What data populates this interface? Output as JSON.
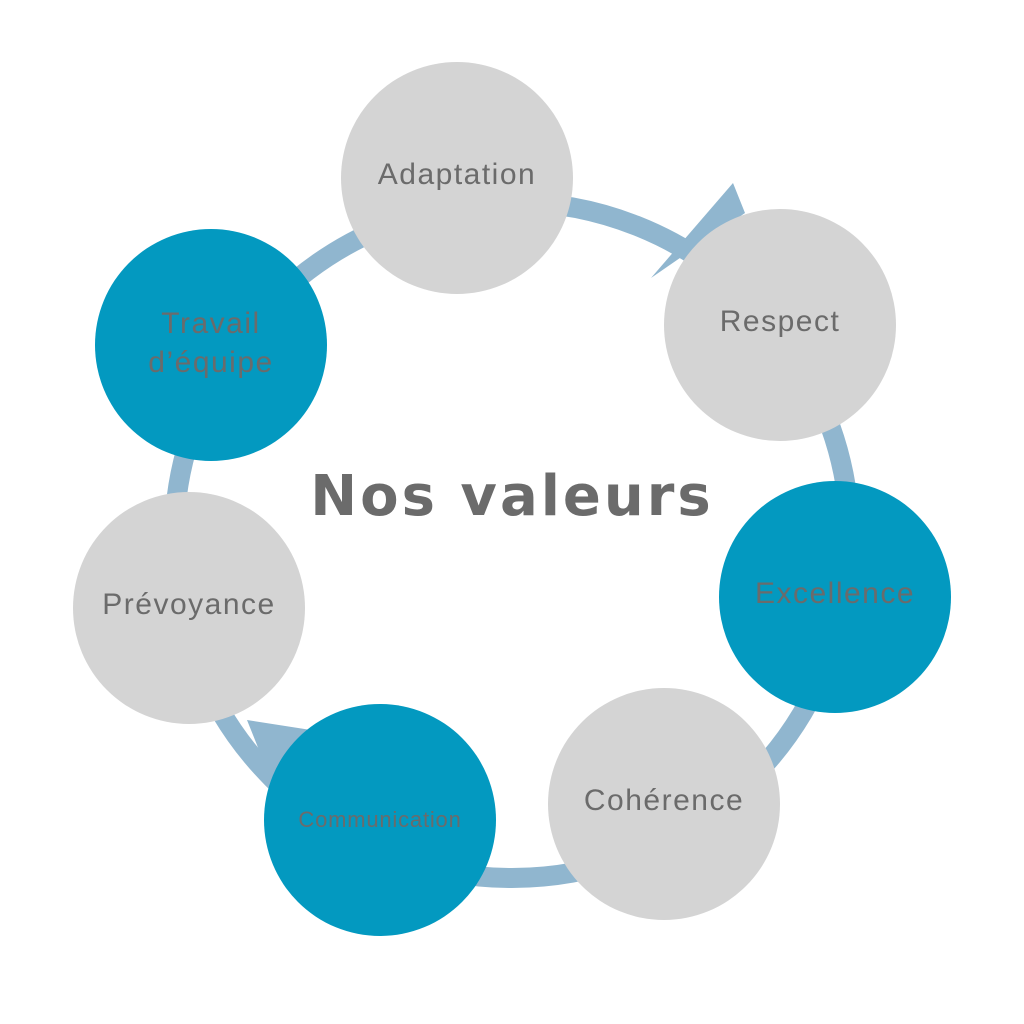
{
  "diagram": {
    "title": "Nos valeurs",
    "nodes": [
      {
        "id": "adaptation",
        "label_lines": [
          "Adaptation"
        ],
        "fill": "#d4d4d4"
      },
      {
        "id": "respect",
        "label_lines": [
          "Respect"
        ],
        "fill": "#d4d4d4"
      },
      {
        "id": "excellence",
        "label_lines": [
          "Excellence"
        ],
        "fill": "#0399c0"
      },
      {
        "id": "coherence",
        "label_lines": [
          "Cohérence"
        ],
        "fill": "#d4d4d4"
      },
      {
        "id": "communication",
        "label_lines": [
          "Communication"
        ],
        "fill": "#0399c0"
      },
      {
        "id": "prevoyance",
        "label_lines": [
          "Prévoyance"
        ],
        "fill": "#d4d4d4"
      },
      {
        "id": "travail-equipe",
        "label_lines": [
          "Travail",
          "d’équipe"
        ],
        "fill": "#0399c0"
      }
    ],
    "colors": {
      "ring": "#90b6cf",
      "gray_node": "#d4d4d4",
      "blue_node": "#0399c0",
      "text": "#6b6b6b"
    }
  }
}
